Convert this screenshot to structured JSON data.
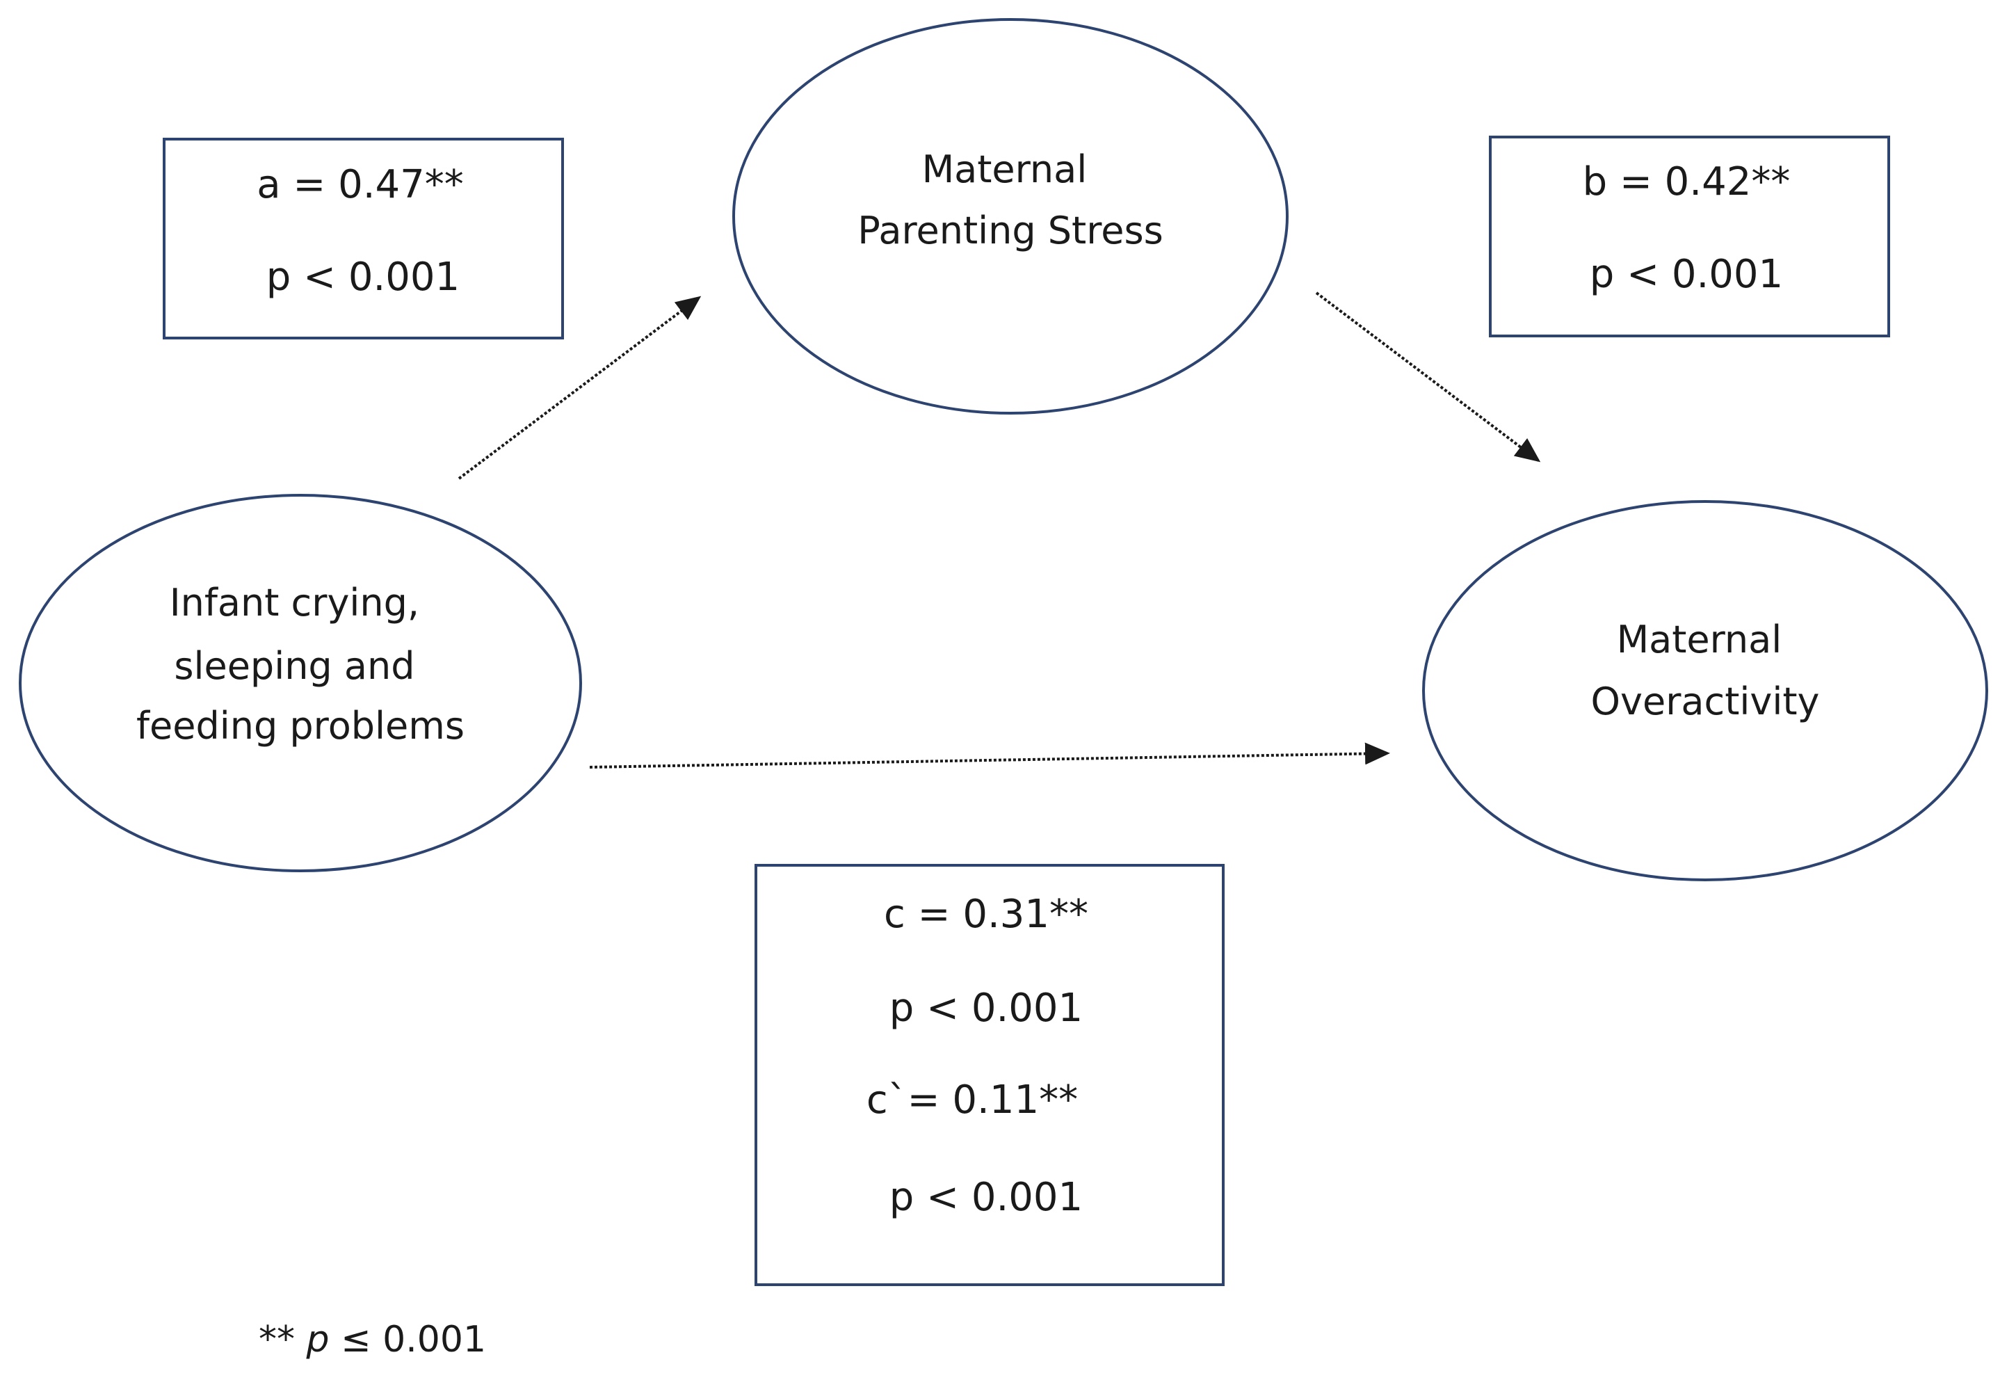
{
  "nodes": {
    "infant": {
      "lines": [
        "Infant crying,",
        "sleeping and",
        "feeding problems"
      ]
    },
    "stress": {
      "lines": [
        "Maternal",
        "Parenting Stress"
      ]
    },
    "overactivity": {
      "lines": [
        "Maternal",
        "Overactivity"
      ]
    }
  },
  "paths": {
    "a": {
      "coef": "a = 0.47**",
      "p": "p < 0.001"
    },
    "b": {
      "coef": "b = 0.42**",
      "p": "p < 0.001"
    },
    "c": {
      "coef": "c = 0.31**",
      "p": "p < 0.001",
      "coef_prime": "c`= 0.11**",
      "p_prime": "p < 0.001"
    }
  },
  "footnote": {
    "stars": "** ",
    "p_symbol": "p",
    "rest": " ≤ 0.001"
  },
  "colors": {
    "outline": "#2e4470",
    "arrow": "#1a1a1a",
    "text": "#1a1a1a"
  }
}
